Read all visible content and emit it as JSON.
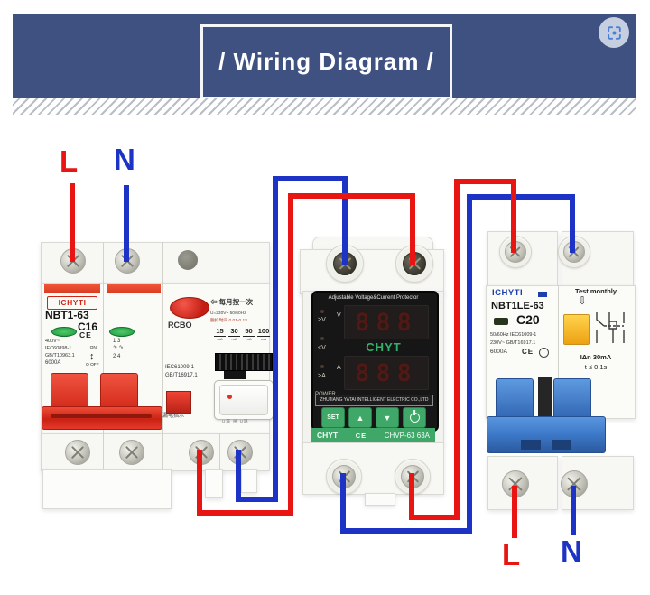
{
  "header": {
    "title": "/ Wiring Diagram /"
  },
  "wiring": {
    "input_l": "L",
    "input_n": "N",
    "output_l": "L",
    "output_n": "N"
  },
  "left_breaker": {
    "brand": "ICHYTI",
    "model": "NBT1-63",
    "rating": "C16",
    "spec1": "400V~",
    "spec2": "IEC60898-1",
    "spec3": "GB/T10963.1",
    "spec4": "6000A",
    "ce": "CE",
    "on_label": "I ON",
    "off_label": "O OFF",
    "pole2_line1": "1    3",
    "pole2_coils": "∿    ∿",
    "pole2_line2": "2    4",
    "rcbo_label": "RCBO",
    "monthly_note": "⇦ 每月按一次",
    "voltage_note": "U=230V~  50/60Hz",
    "trip_note": "脱扣时间 0.01-0.1S",
    "ma": [
      "15",
      "30",
      "50",
      "100"
    ],
    "ma_unit": "mA",
    "std1": "IEC61009-1",
    "std2": "GB/T16917.1",
    "leak_label": "漏电指示",
    "switch_note": "U漏 闸 U跳"
  },
  "protector": {
    "top_label": "Adjustable Voltage&Current  Protector",
    "over_v": ">V",
    "under_v": "<V",
    "over_a": ">A",
    "power_label": "POWER",
    "v_unit": "V",
    "a_unit": "A",
    "digits": "888",
    "brand": "CHYT",
    "company": "ZHUJIANG YATAI INTELLIGENT ELECTRIC CO.,LTD",
    "set_label": "SET",
    "up_label": "▲",
    "down_label": "▼",
    "footer_brand": "CHYT",
    "footer_ce": "CE",
    "footer_model": "CHVP-63 63A"
  },
  "right_breaker": {
    "brand": "ICHYTI",
    "model": "NBT1LE-63",
    "rating": "C20",
    "spec1": "50/60Hz  IEC61009-1",
    "spec2": "230V~  GB/T16917.1",
    "spec3": "6000A",
    "ce": "CE",
    "test_note": "Test monthly",
    "arrow": "⇩",
    "idn": "IΔn 30mA",
    "trip": "t ≤ 0.1s"
  },
  "colors": {
    "banner": "#3e5181",
    "wire_red": "#e81513",
    "wire_blue": "#1c33c5",
    "toggle_blue": "#3c78c8",
    "button_green": "#3fa768",
    "brand_green": "#35b06a",
    "test_yellow": "#f2b32d",
    "scan_blue": "#4a7fd6"
  }
}
